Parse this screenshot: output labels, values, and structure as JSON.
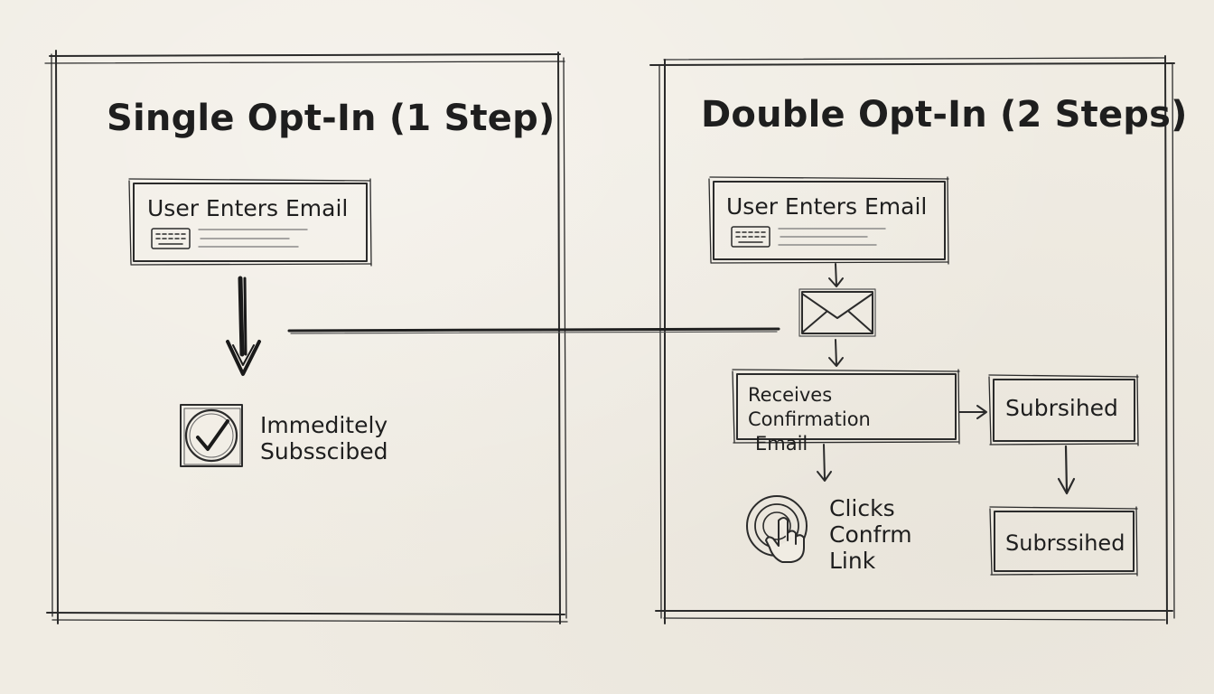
{
  "single": {
    "title": "Single Opt-In (1 Step)",
    "step1": "User Enters Email",
    "result_line1": "Immeditely",
    "result_line2": "Subsscibed"
  },
  "double": {
    "title": "Double Opt-In (2 Steps)",
    "step1": "User Enters Email",
    "step2_line1": "Receives Confirmation",
    "step2_line2": "Email",
    "click_line1": "Clicks",
    "click_line2": "Confrm",
    "click_line3": "Link",
    "result1": "Subrsihed",
    "result2": "Subrssihed"
  },
  "icons": [
    "keyboard-icon",
    "arrow-down-icon",
    "checkmark-icon",
    "envelope-icon",
    "pointer-click-icon",
    "arrow-right-icon"
  ]
}
